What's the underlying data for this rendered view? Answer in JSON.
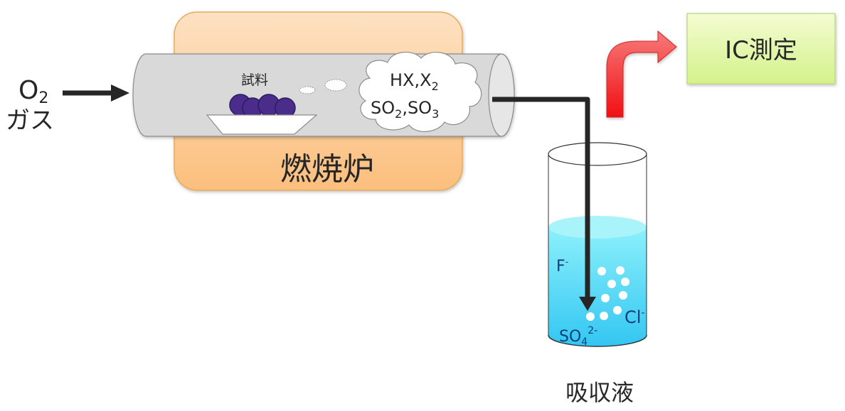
{
  "inlet": {
    "gas_formula": "O",
    "gas_subscript": "2",
    "gas_label": "ガス"
  },
  "furnace": {
    "label": "燃焼炉"
  },
  "sample": {
    "label": "試料",
    "color": "#4a2d8a"
  },
  "gas_cloud": {
    "line1_main": "HX,X",
    "line1_sub": "2",
    "line2_a": "SO",
    "line2_a_sub": "2",
    "line2_b": ",SO",
    "line2_b_sub": "3"
  },
  "measurement": {
    "label": "IC測定"
  },
  "absorber": {
    "label": "吸収液",
    "ions": {
      "fluoride": {
        "main": "F",
        "sup": "-"
      },
      "chloride": {
        "main": "Cl",
        "sup": "-"
      },
      "sulfate": {
        "main": "SO",
        "sub": "4",
        "sup": "2-"
      }
    }
  },
  "colors": {
    "furnace_fill": "#fcc88a",
    "tube_fill": "#d9d9d9",
    "arrow_red": "#f0282a",
    "ic_box": "#e4f7a8",
    "liquid": "#5ad8f0"
  }
}
